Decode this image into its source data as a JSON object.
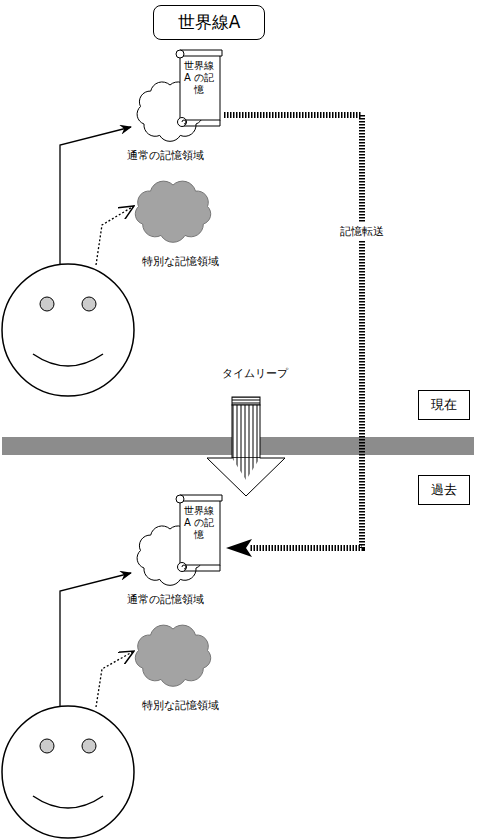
{
  "diagram": {
    "title": "世界線A",
    "nodes": [
      {
        "text": [
          "世界線A"
        ]
      },
      {
        "text": [
          "世界線 A の記憶"
        ]
      },
      {
        "text": [
          "通常の記憶領域"
        ]
      },
      {
        "text": [
          "特別な記憶領域"
        ]
      },
      {
        "text": [
          "現在"
        ]
      },
      {
        "text": [
          "過去"
        ]
      },
      {
        "text": [
          "世界線 A の記憶"
        ]
      },
      {
        "text": [
          "通常の記憶領域"
        ]
      },
      {
        "text": [
          "特別な記憶領域"
        ]
      }
    ],
    "edges": [
      {
        "from": 1,
        "to": 6,
        "label": "記憶転送",
        "arrow": "to"
      }
    ],
    "labels": [
      "タイムリープ"
    ]
  }
}
